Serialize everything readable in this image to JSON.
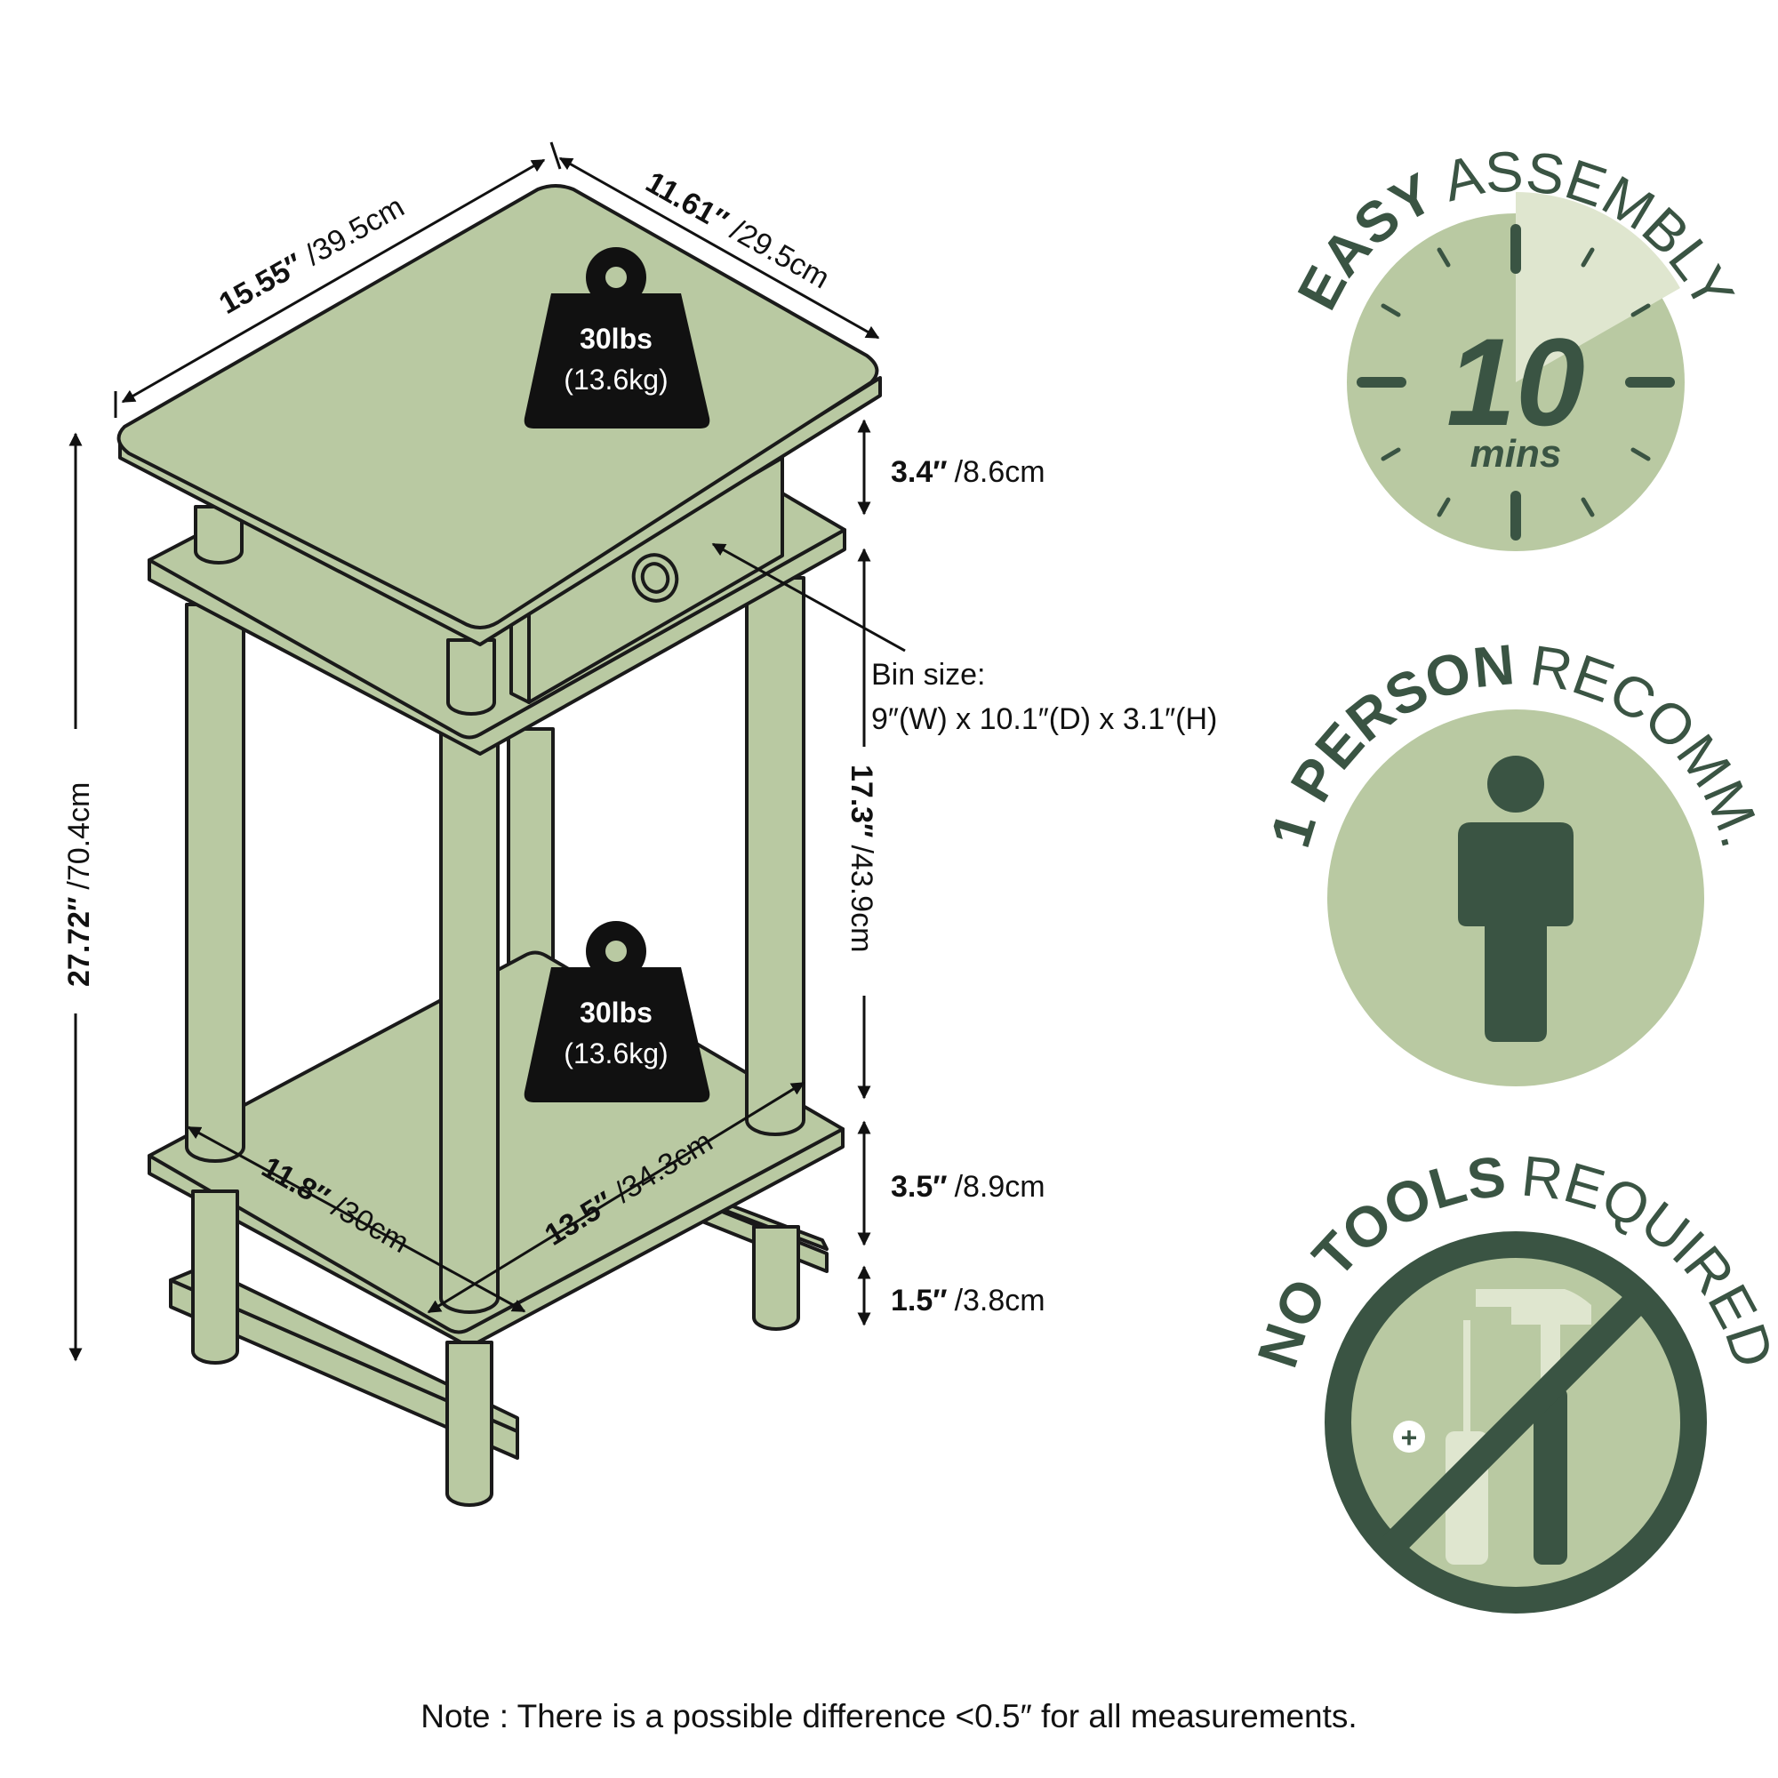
{
  "diagram": {
    "load_top": {
      "weight_lbs": "30lbs",
      "weight_kg": "(13.6kg)"
    },
    "load_bottom": {
      "weight_lbs": "30lbs",
      "weight_kg": "(13.6kg)"
    },
    "dims": {
      "top_width": {
        "inch": "15.55″",
        "cm": "/39.5cm"
      },
      "top_depth": {
        "inch": "11.61″",
        "cm": "/29.5cm"
      },
      "total_height": {
        "inch": "27.72″",
        "cm": "/70.4cm"
      },
      "drawer_height": {
        "inch": "3.4″",
        "cm": "/8.6cm"
      },
      "middle_height": {
        "inch": "17.3″",
        "cm": "/43.9cm"
      },
      "shelf_gap": {
        "inch": "3.5″",
        "cm": "/8.9cm"
      },
      "foot_height": {
        "inch": "1.5″",
        "cm": "/3.8cm"
      },
      "bottom_depth": {
        "inch": "11.8″",
        "cm": "/30cm"
      },
      "bottom_width": {
        "inch": "13.5″",
        "cm": "/34.3cm"
      }
    },
    "bin": {
      "title": "Bin size:",
      "size": "9″(W) x 10.1″(D) x 3.1″(H)"
    }
  },
  "badges": {
    "assembly": {
      "bold": "EASY",
      "rest": "ASSEMBLY",
      "number": "10",
      "unit": "mins"
    },
    "person": {
      "bold": "1 PERSON",
      "rest": "RECOMM."
    },
    "tools": {
      "bold": "NO TOOLS",
      "rest": "REQUIRED"
    }
  },
  "note": "Note : There is a possible difference <0.5″ for all measurements.",
  "colors": {
    "table": "#b9c9a2",
    "outline": "#1a1a1a",
    "badge_bg": "#b9c9a2",
    "badge_dark": "#3a5443",
    "badge_light": "#dfe6cf"
  }
}
